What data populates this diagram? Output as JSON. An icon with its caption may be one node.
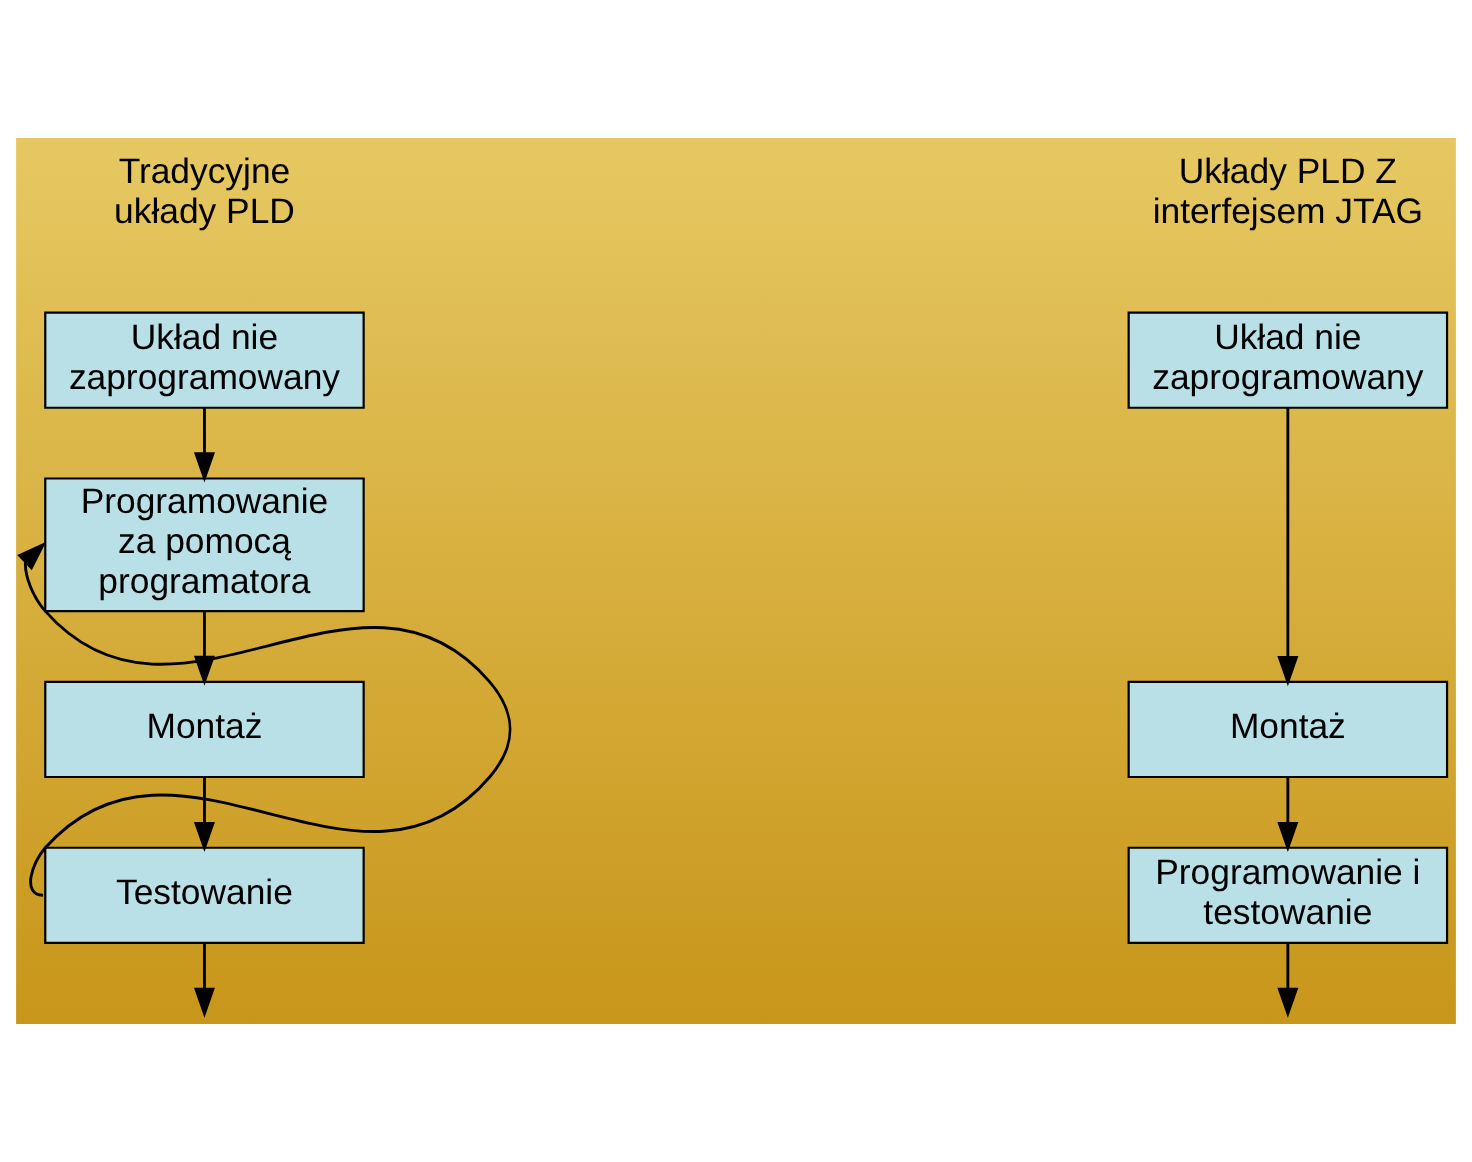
{
  "diagram": {
    "nodes": [
      {
        "text": [
          "Układ nie zaprogramowany"
        ]
      },
      {
        "text": [
          "Programowanie za pomocą programatora"
        ]
      },
      {
        "text": [
          "Montaż"
        ]
      },
      {
        "text": [
          "Testowanie"
        ]
      },
      {
        "text": [
          "Układ nie zaprogramowany"
        ]
      },
      {
        "text": [
          "Montaż"
        ]
      },
      {
        "text": [
          "Programowanie i testowanie"
        ]
      }
    ],
    "edges": [
      {
        "from": 0,
        "to": 1,
        "arrow": "to"
      },
      {
        "from": 1,
        "to": 2,
        "arrow": "to"
      },
      {
        "from": 2,
        "to": 3,
        "arrow": "to"
      },
      {
        "from": 3,
        "to": 1,
        "arrow": "to"
      },
      {
        "from": 3,
        "to": null,
        "arrow": "to"
      },
      {
        "from": 4,
        "to": 5,
        "arrow": "to"
      },
      {
        "from": 5,
        "to": 6,
        "arrow": "to"
      },
      {
        "from": 6,
        "to": null,
        "arrow": "to"
      }
    ],
    "labels": [
      "Tradycyjne układy PLD",
      "Układy PLD Z interfejsem JTAG"
    ]
  }
}
